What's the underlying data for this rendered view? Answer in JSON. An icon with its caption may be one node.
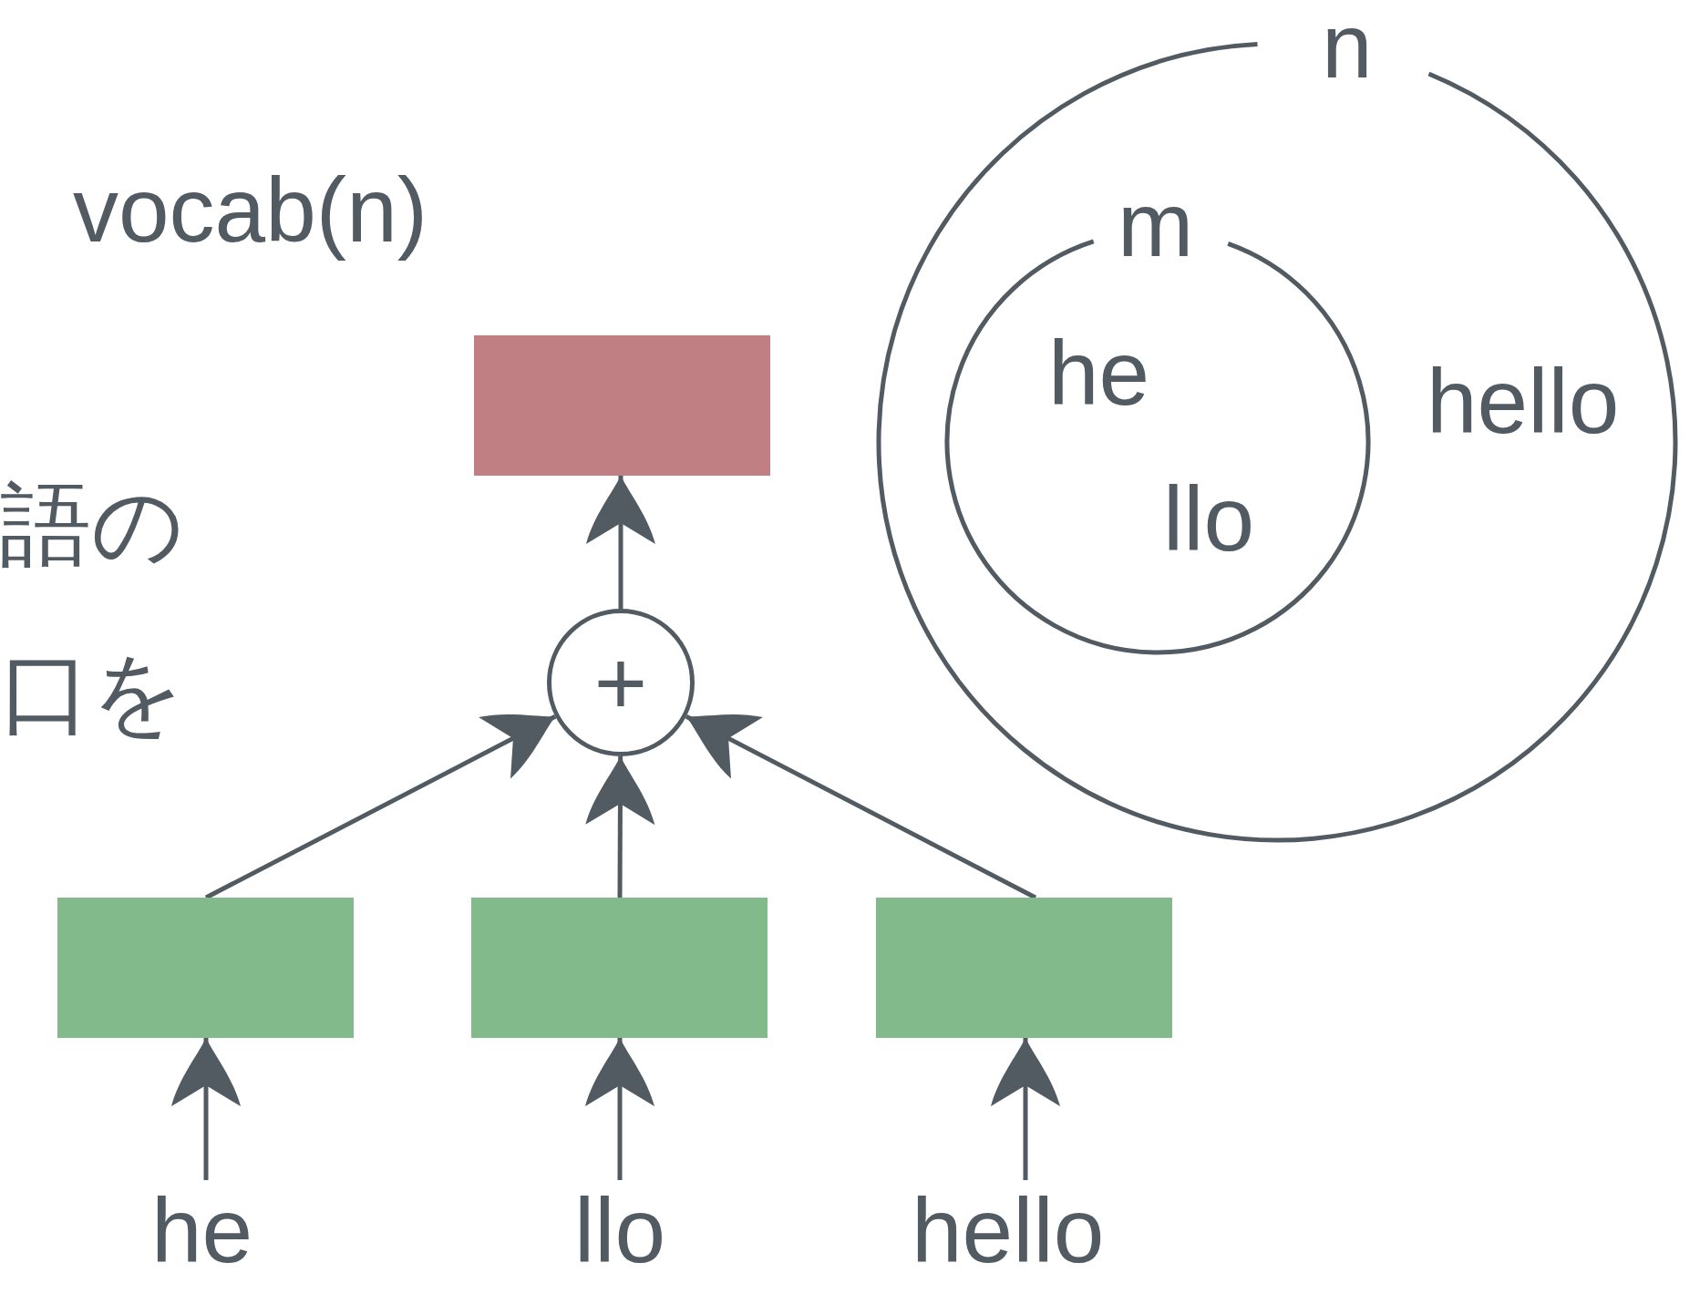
{
  "diagram": {
    "nodes": [
      {
        "text": [
          "n",
          "hello"
        ]
      },
      {
        "text": [
          "m",
          "he",
          "llo"
        ],
        "in": 0
      },
      {
        "text": [],
        "shape": "box"
      },
      {
        "text": [
          "+"
        ]
      },
      {
        "text": [],
        "shape": "box"
      },
      {
        "text": [],
        "shape": "box"
      },
      {
        "text": [],
        "shape": "box"
      },
      {
        "text": [
          "he"
        ]
      },
      {
        "text": [
          "llo"
        ]
      },
      {
        "text": [
          "hello"
        ]
      }
    ],
    "edges": [
      {
        "from": 7,
        "to": 4,
        "arrow": "to"
      },
      {
        "from": 8,
        "to": 5,
        "arrow": "to"
      },
      {
        "from": 9,
        "to": 6,
        "arrow": "to"
      },
      {
        "from": 4,
        "to": 3,
        "arrow": "to"
      },
      {
        "from": 5,
        "to": 3,
        "arrow": "to"
      },
      {
        "from": 6,
        "to": 3,
        "arrow": "to"
      },
      {
        "from": 3,
        "to": 2,
        "arrow": "to"
      }
    ],
    "labels": [
      "vocab(n)",
      "語の",
      "口を"
    ]
  }
}
